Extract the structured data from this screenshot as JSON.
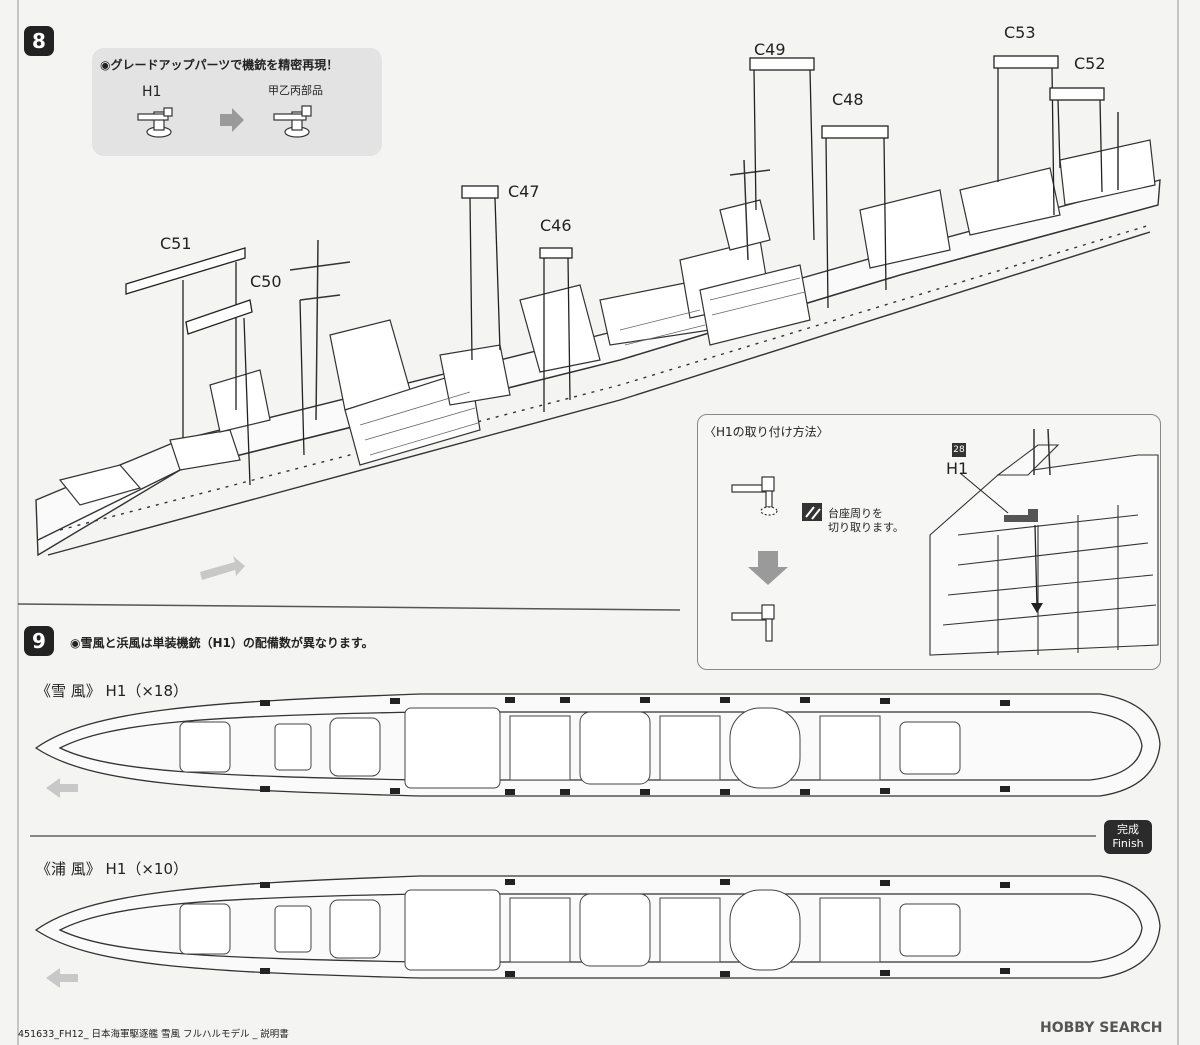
{
  "step8": {
    "number": "8",
    "info_note": "◉グレードアップパーツで機銃を精密再現！",
    "info_from": "H1",
    "info_to": "甲乙丙部品",
    "parts": [
      "C51",
      "C50",
      "C47",
      "C46",
      "C49",
      "C48",
      "C53",
      "C52"
    ]
  },
  "detail": {
    "title": "〈H1の取り付け方法〉",
    "cut_note_1": "台座周りを",
    "cut_note_2": "切り取ります。",
    "tag": "28",
    "part": "H1"
  },
  "step9": {
    "number": "9",
    "note": "◉雪風と浜風は単装機銃（H1）の配備数が異なります。",
    "ship1": "《雪 風》 H1（×18）",
    "ship2": "《浦 風》 H1（×10）"
  },
  "finish": {
    "jp": "完成",
    "en": "Finish"
  },
  "footer": {
    "text": "451633_FH12_ 日本海軍駆逐艦 雪風 フルハルモデル _ 説明書",
    "brand": "HOBBY SEARCH"
  },
  "colors": {
    "ink": "#222222",
    "info_bg": "#e3e3e3",
    "arrow_gray": "#9a9a9a"
  }
}
